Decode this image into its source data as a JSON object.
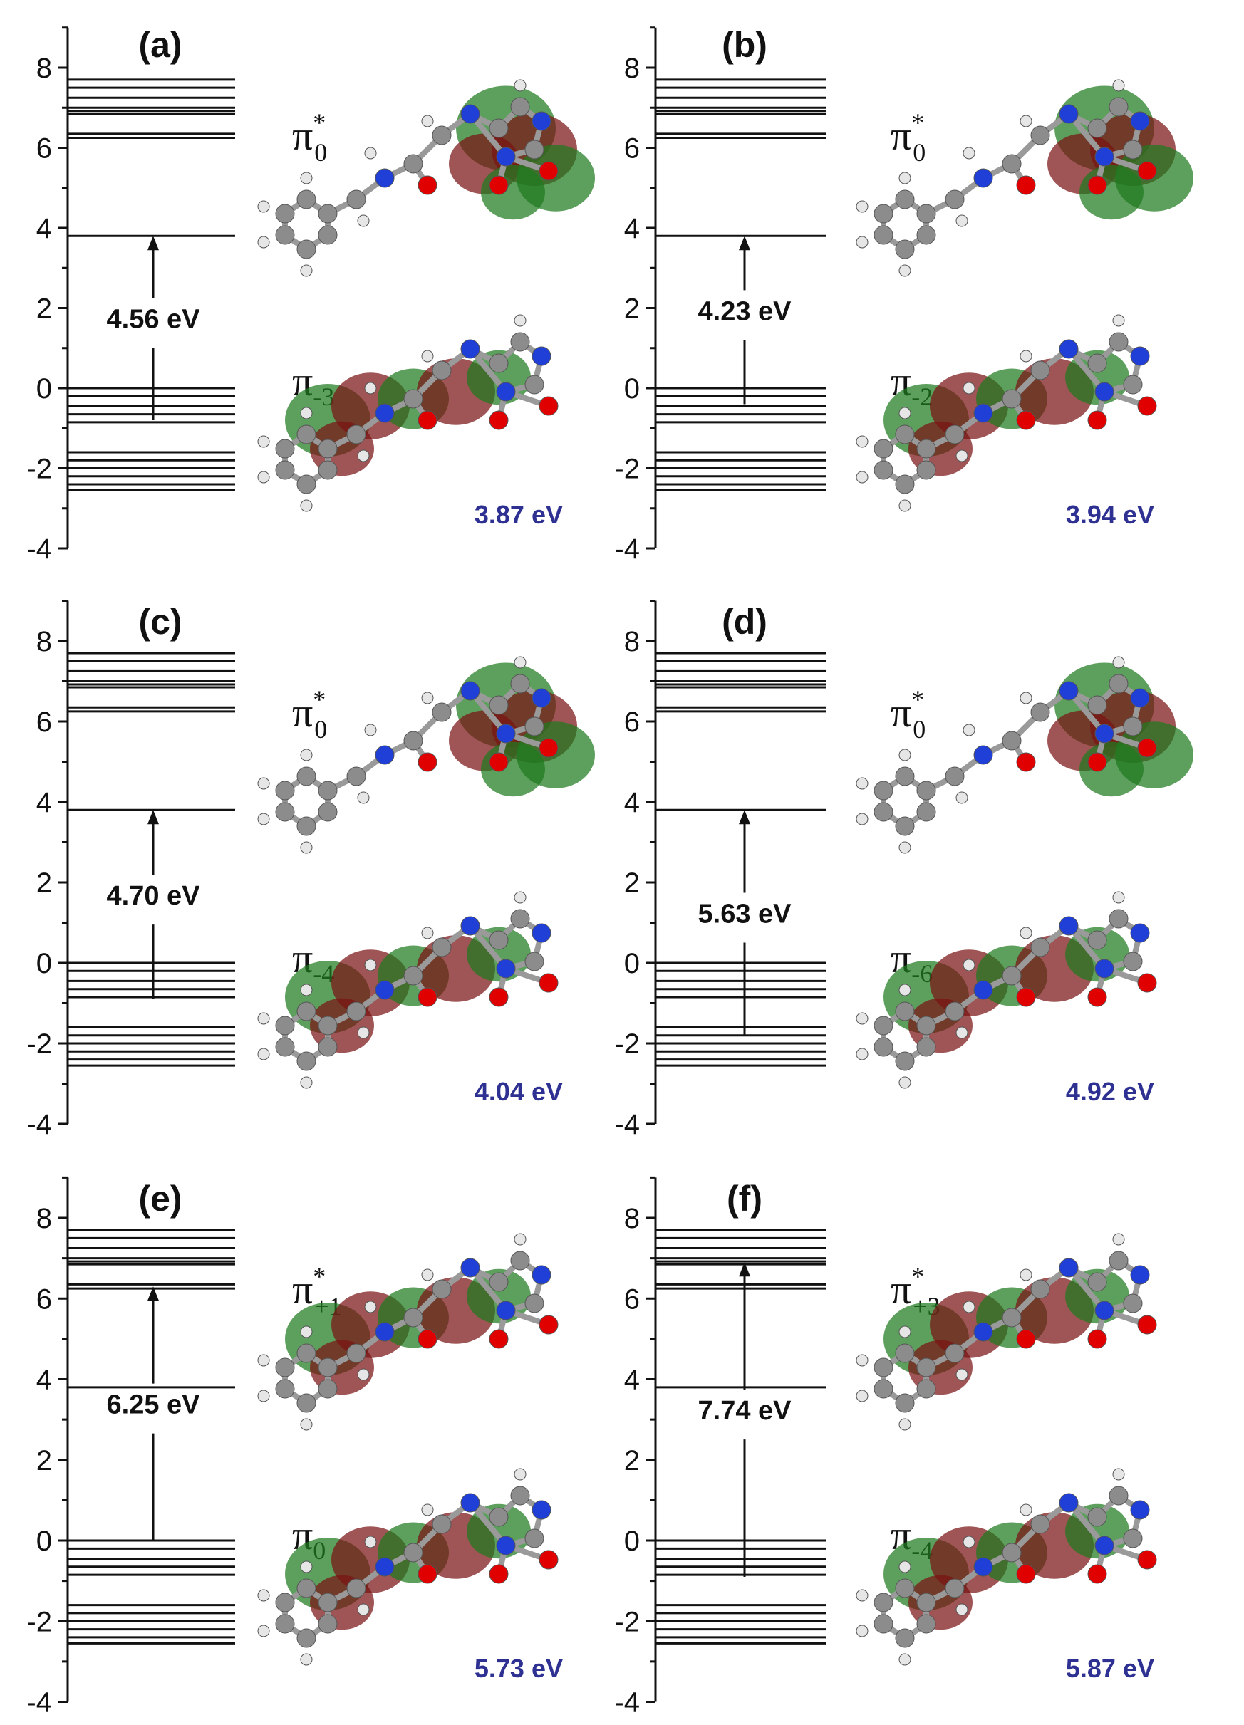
{
  "colors": {
    "axis": "#111111",
    "level": "#111111",
    "energy_text": "#2e3192",
    "lobe_green": "#1f7a1f",
    "lobe_red": "#7a1414",
    "atom_c": "#8c8c8c",
    "atom_h": "#e6e6e6",
    "atom_n": "#1f3fd6",
    "atom_o": "#e00000"
  },
  "chart_data": {
    "type": "energy-level diagram",
    "ylim": [
      -4,
      9
    ],
    "yticks": [
      -4,
      -2,
      0,
      2,
      4,
      6,
      8
    ],
    "ytick_labels": [
      "-4",
      "-2",
      "0",
      "2",
      "4",
      "6",
      "8"
    ],
    "occupied_levels": [
      0.0,
      -0.2,
      -0.45,
      -0.65,
      -0.85,
      -1.6,
      -1.8,
      -2.0,
      -2.2,
      -2.4,
      -2.55
    ],
    "lumo_level": 3.8,
    "upper_levels": [
      6.25,
      6.35,
      6.85,
      6.92,
      7.0,
      7.25,
      7.5,
      7.7
    ],
    "panels": [
      {
        "letter": "(a)",
        "transition": {
          "from": -0.8,
          "to": 3.8
        },
        "gap_label": "4.56 eV",
        "upper_orbital": {
          "symbol": "π",
          "sup": "*",
          "sub": "0"
        },
        "lower_orbital": {
          "symbol": "π",
          "sup": "",
          "sub": "-3"
        },
        "excitation_energy": "3.87 eV"
      },
      {
        "letter": "(b)",
        "transition": {
          "from": -0.4,
          "to": 3.8
        },
        "gap_label": "4.23 eV",
        "upper_orbital": {
          "symbol": "π",
          "sup": "*",
          "sub": "0"
        },
        "lower_orbital": {
          "symbol": "π",
          "sup": "",
          "sub": "-2"
        },
        "excitation_energy": "3.94 eV"
      },
      {
        "letter": "(c)",
        "transition": {
          "from": -0.9,
          "to": 3.8
        },
        "gap_label": "4.70 eV",
        "upper_orbital": {
          "symbol": "π",
          "sup": "*",
          "sub": "0"
        },
        "lower_orbital": {
          "symbol": "π",
          "sup": "",
          "sub": "-4"
        },
        "excitation_energy": "4.04 eV"
      },
      {
        "letter": "(d)",
        "transition": {
          "from": -1.8,
          "to": 3.8
        },
        "gap_label": "5.63 eV",
        "upper_orbital": {
          "symbol": "π",
          "sup": "*",
          "sub": "0"
        },
        "lower_orbital": {
          "symbol": "π",
          "sup": "",
          "sub": "-6"
        },
        "excitation_energy": "4.92 eV"
      },
      {
        "letter": "(e)",
        "transition": {
          "from": 0.0,
          "to": 6.3
        },
        "gap_label": "6.25 eV",
        "upper_orbital": {
          "symbol": "π",
          "sup": "*",
          "sub": "+1"
        },
        "lower_orbital": {
          "symbol": "π",
          "sup": "",
          "sub": "0"
        },
        "excitation_energy": "5.73 eV"
      },
      {
        "letter": "(f)",
        "transition": {
          "from": -0.9,
          "to": 6.9
        },
        "gap_label": "7.74 eV",
        "upper_orbital": {
          "symbol": "π",
          "sup": "*",
          "sub": "+3"
        },
        "lower_orbital": {
          "symbol": "π",
          "sup": "",
          "sub": "-4"
        },
        "excitation_energy": "5.87 eV"
      }
    ]
  }
}
